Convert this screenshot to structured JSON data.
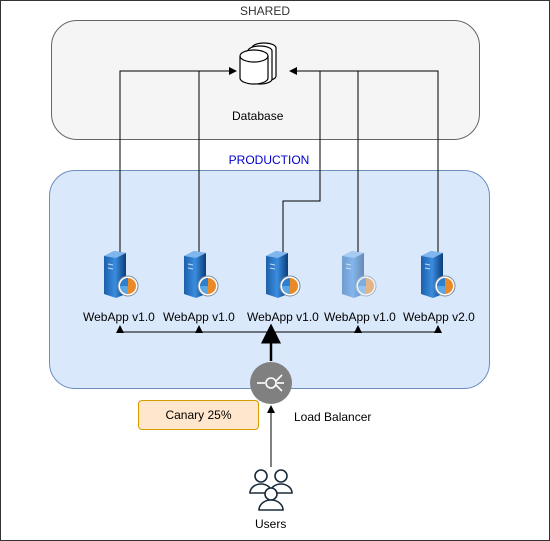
{
  "groups": {
    "shared": "SHARED",
    "production": "PRODUCTION"
  },
  "database": {
    "label": "Database"
  },
  "webapps": [
    {
      "label": "WebApp v1.0",
      "faded": false
    },
    {
      "label": "WebApp v1.0",
      "faded": false
    },
    {
      "label": "WebApp v1.0",
      "faded": false
    },
    {
      "label": "WebApp v1.0",
      "faded": true
    },
    {
      "label": "WebApp v2.0",
      "faded": false
    }
  ],
  "load_balancer": {
    "label": "Load Balancer"
  },
  "canary": {
    "label": "Canary 25%"
  },
  "users": {
    "label": "Users"
  },
  "colors": {
    "shared_fill": "#f5f5f5",
    "production_fill": "#dae8fc",
    "production_label": "#0000cc",
    "canary_fill": "#ffe6cc",
    "canary_border": "#d79b00",
    "lb_fill": "#808080"
  }
}
